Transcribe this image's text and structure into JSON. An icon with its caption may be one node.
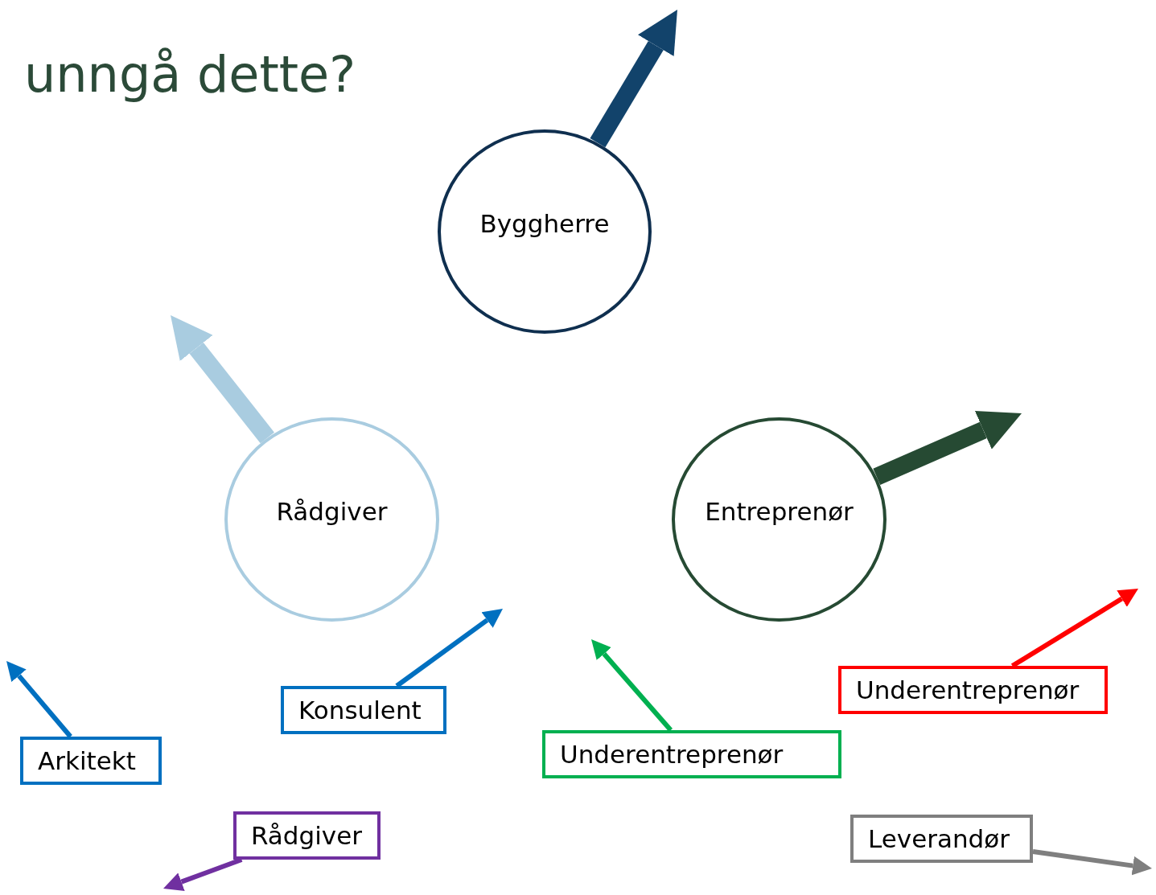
{
  "diagram": {
    "title": "unngå dette?",
    "nodes": [
      {
        "text": [
          "Byggherre"
        ]
      },
      {
        "text": [
          "Rådgiver"
        ]
      },
      {
        "text": [
          "Entreprenør"
        ]
      },
      {
        "text": [
          "Arkitekt"
        ]
      },
      {
        "text": [
          "Konsulent"
        ]
      },
      {
        "text": [
          "Rådgiver"
        ]
      },
      {
        "text": [
          "Underentreprenør"
        ]
      },
      {
        "text": [
          "Underentreprenør"
        ]
      },
      {
        "text": [
          "Leverandør"
        ]
      }
    ],
    "edges": [
      {
        "from": 0,
        "to": null,
        "arrow": "to",
        "style": "thick",
        "color": "#12436b"
      },
      {
        "from": 1,
        "to": null,
        "arrow": "to",
        "style": "thick",
        "color": "#a9cce0"
      },
      {
        "from": 2,
        "to": null,
        "arrow": "to",
        "style": "thick",
        "color": "#264a33"
      },
      {
        "from": 3,
        "to": null,
        "arrow": "to",
        "color": "#0070c0"
      },
      {
        "from": 4,
        "to": null,
        "arrow": "to",
        "color": "#0070c0"
      },
      {
        "from": 5,
        "to": null,
        "arrow": "to",
        "color": "#7030a0"
      },
      {
        "from": 6,
        "to": null,
        "arrow": "to",
        "color": "#00b050"
      },
      {
        "from": 7,
        "to": null,
        "arrow": "to",
        "color": "#ff0000"
      },
      {
        "from": 8,
        "to": null,
        "arrow": "to",
        "color": "#7f7f7f"
      }
    ]
  }
}
